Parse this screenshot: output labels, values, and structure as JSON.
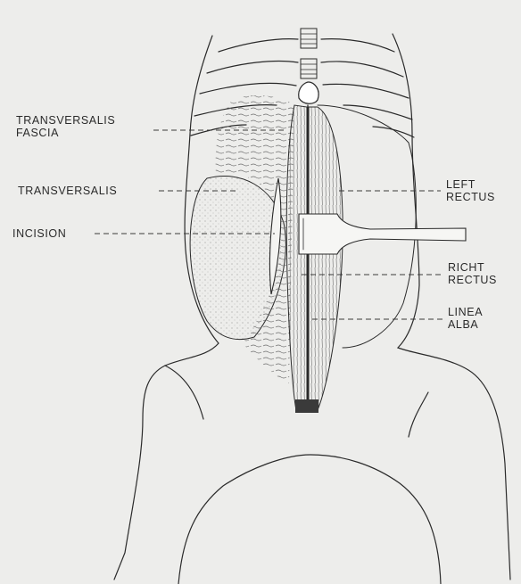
{
  "labels": {
    "transversalis_fascia": [
      "TRANSVERSALIS",
      "FASCIA"
    ],
    "transversalis": "TRANSVERSALIS",
    "incision": "INCISION",
    "left_rectus": [
      "LEFT",
      "RECTUS"
    ],
    "right_rectus": [
      "RICHT",
      "RECTUS"
    ],
    "linea_alba": [
      "LINEA",
      "ALBA"
    ]
  },
  "colors": {
    "background": "#ededeb",
    "ink": "#2a2a2a"
  }
}
